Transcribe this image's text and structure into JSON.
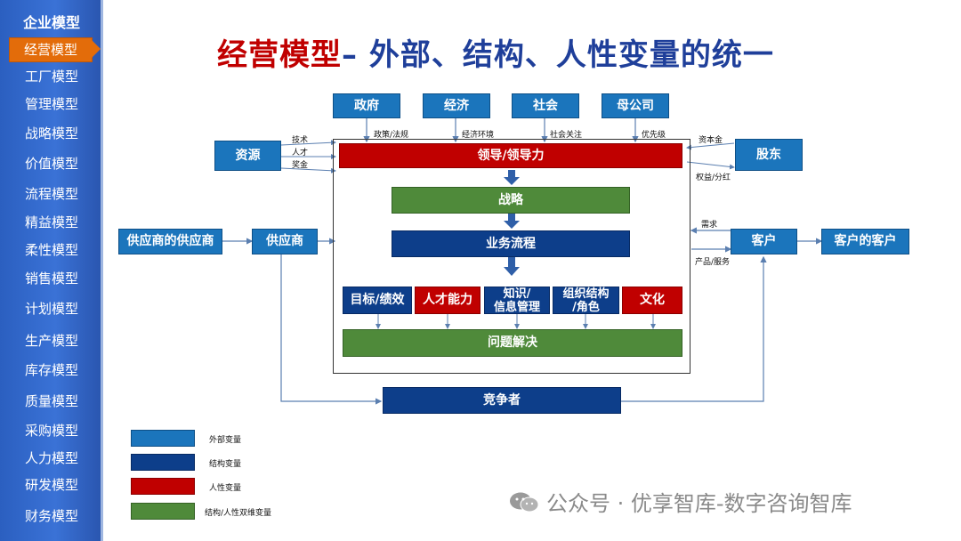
{
  "sidebar": {
    "heading": "企业模型",
    "items": [
      {
        "label": "经营模型",
        "active": true
      },
      {
        "label": "工厂模型"
      },
      {
        "label": "管理模型"
      },
      {
        "label": "战略模型"
      },
      {
        "label": "价值模型"
      },
      {
        "label": "流程模型"
      },
      {
        "label": "精益模型"
      },
      {
        "label": "柔性模型"
      },
      {
        "label": "销售模型"
      },
      {
        "label": "计划模型"
      },
      {
        "label": "生产模型"
      },
      {
        "label": "库存模型"
      },
      {
        "label": "质量模型"
      },
      {
        "label": "采购模型"
      },
      {
        "label": "人力模型"
      },
      {
        "label": "研发模型"
      },
      {
        "label": "财务模型"
      }
    ]
  },
  "title": {
    "part1": "经营模型",
    "part2": "– 外部、结构、人性变量的统一"
  },
  "diagram": {
    "top": {
      "gov": "政府",
      "econ": "经济",
      "society": "社会",
      "parent": "母公司"
    },
    "top_labels": {
      "gov": "政策/法规",
      "econ": "经济环境",
      "society": "社会关注",
      "parent": "优先级"
    },
    "resource": "资源",
    "resource_labels": {
      "tech": "技术",
      "talent": "人才",
      "funds": "奖金"
    },
    "shareholder": "股东",
    "shareholder_labels": {
      "capital": "资本金",
      "return": "权益/分红"
    },
    "leadership": "领导/领导力",
    "strategy": "战略",
    "process": "业务流程",
    "elements": {
      "goal": "目标/绩效",
      "talent": "人才能力",
      "knowledge": "知识/\n信息管理",
      "org": "组织结构\n/角色",
      "culture": "文化"
    },
    "problem": "问题解决",
    "supplier_supplier": "供应商的供应商",
    "supplier": "供应商",
    "customer": "客户",
    "customer_customer": "客户的客户",
    "customer_labels": {
      "demand": "需求",
      "product": "产品/服务"
    },
    "competitor": "竞争者"
  },
  "legend": [
    {
      "label": "外部变量",
      "color": "#1b75bc"
    },
    {
      "label": "结构变量",
      "color": "#0d3e8a"
    },
    {
      "label": "人性变量",
      "color": "#c00000"
    },
    {
      "label": "结构/人性双维变量",
      "color": "#4f8a3a"
    }
  ],
  "watermark": {
    "text": "公众号 · 优享智库-数字咨询智库"
  }
}
